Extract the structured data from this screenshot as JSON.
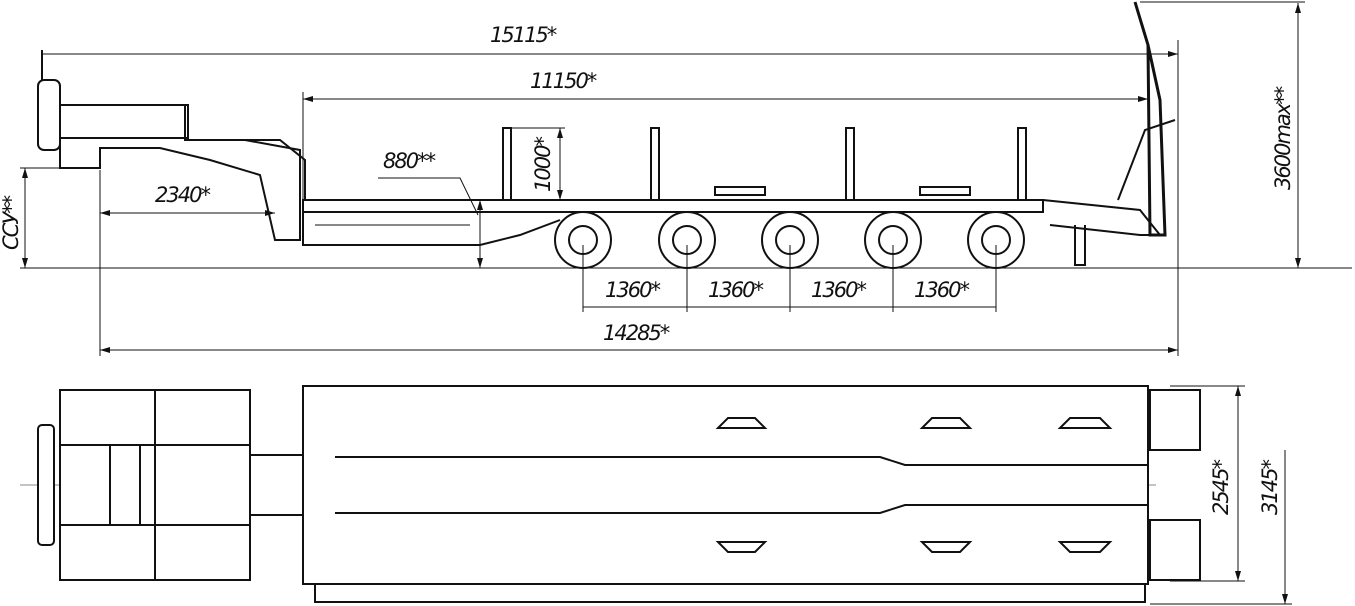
{
  "side_view": {
    "dimensions": {
      "overall_length": "15115*",
      "deck_length": "11150*",
      "deck_height": "880**",
      "stake_height": "1000*",
      "kingpin_offset": "2340*",
      "fifth_wheel_height": "ССУ**",
      "max_height": "3600max**",
      "axle_spacing": [
        "1360*",
        "1360*",
        "1360*",
        "1360*"
      ],
      "wheelbase_length": "14285*"
    },
    "axle_count": 5,
    "stake_count": 4
  },
  "top_view": {
    "dimensions": {
      "inner_width": "2545*",
      "overall_width": "3145*"
    }
  }
}
